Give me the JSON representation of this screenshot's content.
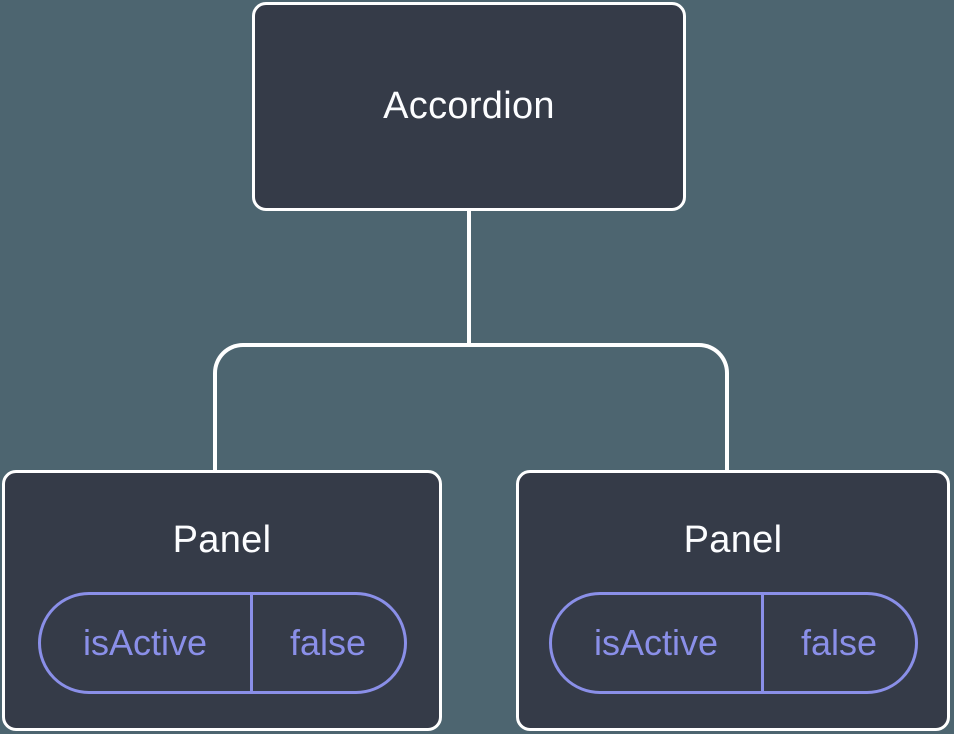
{
  "colors": {
    "background": "#4d6570",
    "node_fill": "#353b48",
    "node_border": "#ffffff",
    "node_text": "#fcfdff",
    "connector": "#ffffff",
    "state_accent": "#8a8fe8"
  },
  "tree": {
    "root": {
      "label": "Accordion"
    },
    "children": [
      {
        "label": "Panel",
        "state": {
          "key": "isActive",
          "value": "false"
        }
      },
      {
        "label": "Panel",
        "state": {
          "key": "isActive",
          "value": "false"
        }
      }
    ]
  }
}
